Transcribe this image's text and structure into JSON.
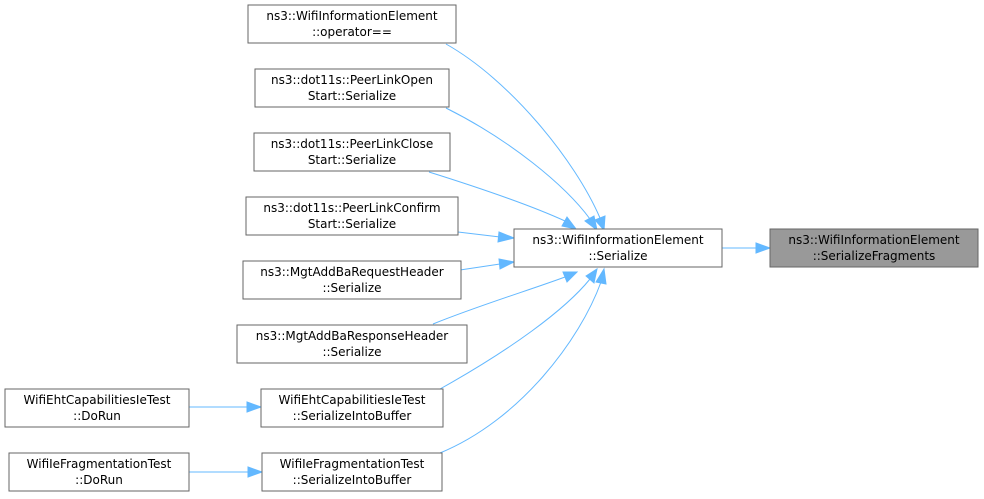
{
  "nodes": {
    "operator_eq": [
      "ns3::WifiInformationElement",
      "::operator=="
    ],
    "peer_open": [
      "ns3::dot11s::PeerLinkOpen",
      "Start::Serialize"
    ],
    "peer_close": [
      "ns3::dot11s::PeerLinkClose",
      "Start::Serialize"
    ],
    "peer_confirm": [
      "ns3::dot11s::PeerLinkConfirm",
      "Start::Serialize"
    ],
    "addba_req": [
      "ns3::MgtAddBaRequestHeader",
      "::Serialize"
    ],
    "addba_resp": [
      "ns3::MgtAddBaResponseHeader",
      "::Serialize"
    ],
    "eht_serialize": [
      "WifiEhtCapabilitiesIeTest",
      "::SerializeIntoBuffer"
    ],
    "frag_serialize": [
      "WifiIeFragmentationTest",
      "::SerializeIntoBuffer"
    ],
    "eht_dorun": [
      "WifiEhtCapabilitiesIeTest",
      "::DoRun"
    ],
    "frag_dorun": [
      "WifiIeFragmentationTest",
      "::DoRun"
    ],
    "wie_serialize": [
      "ns3::WifiInformationElement",
      "::Serialize"
    ],
    "serialize_fragments": [
      "ns3::WifiInformationElement",
      "::SerializeFragments"
    ]
  },
  "colors": {
    "edge": "#63b8ff",
    "node_border": "#666666",
    "highlight_fill": "#999999"
  }
}
